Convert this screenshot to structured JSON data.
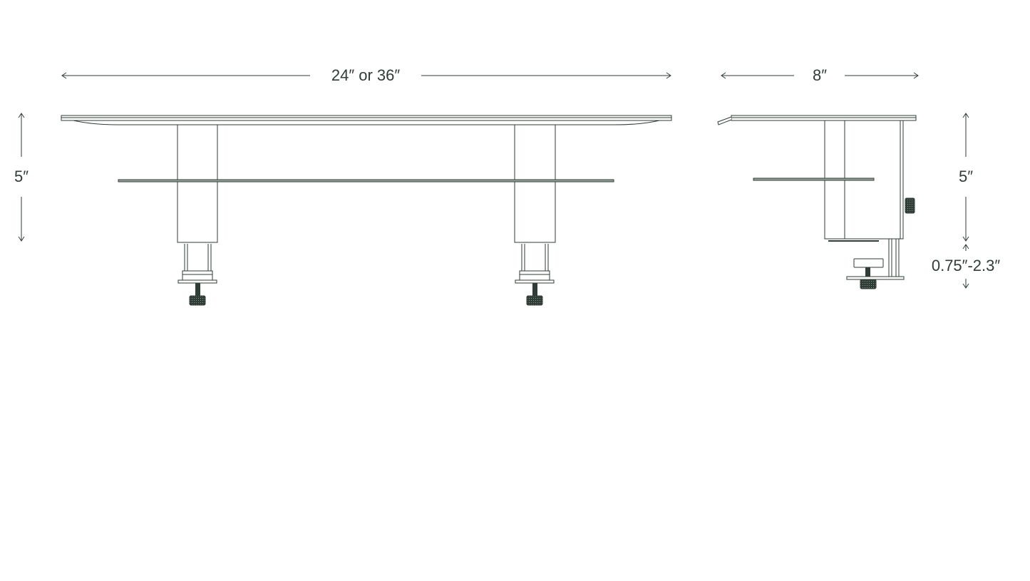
{
  "dimensions": {
    "front_width": "24″ or 36″",
    "side_depth": "8″",
    "front_height": "5″",
    "side_height": "5″",
    "clamp_range": "0.75″-2.3″"
  },
  "colors": {
    "line": "#2f3d36",
    "background": "#ffffff"
  }
}
